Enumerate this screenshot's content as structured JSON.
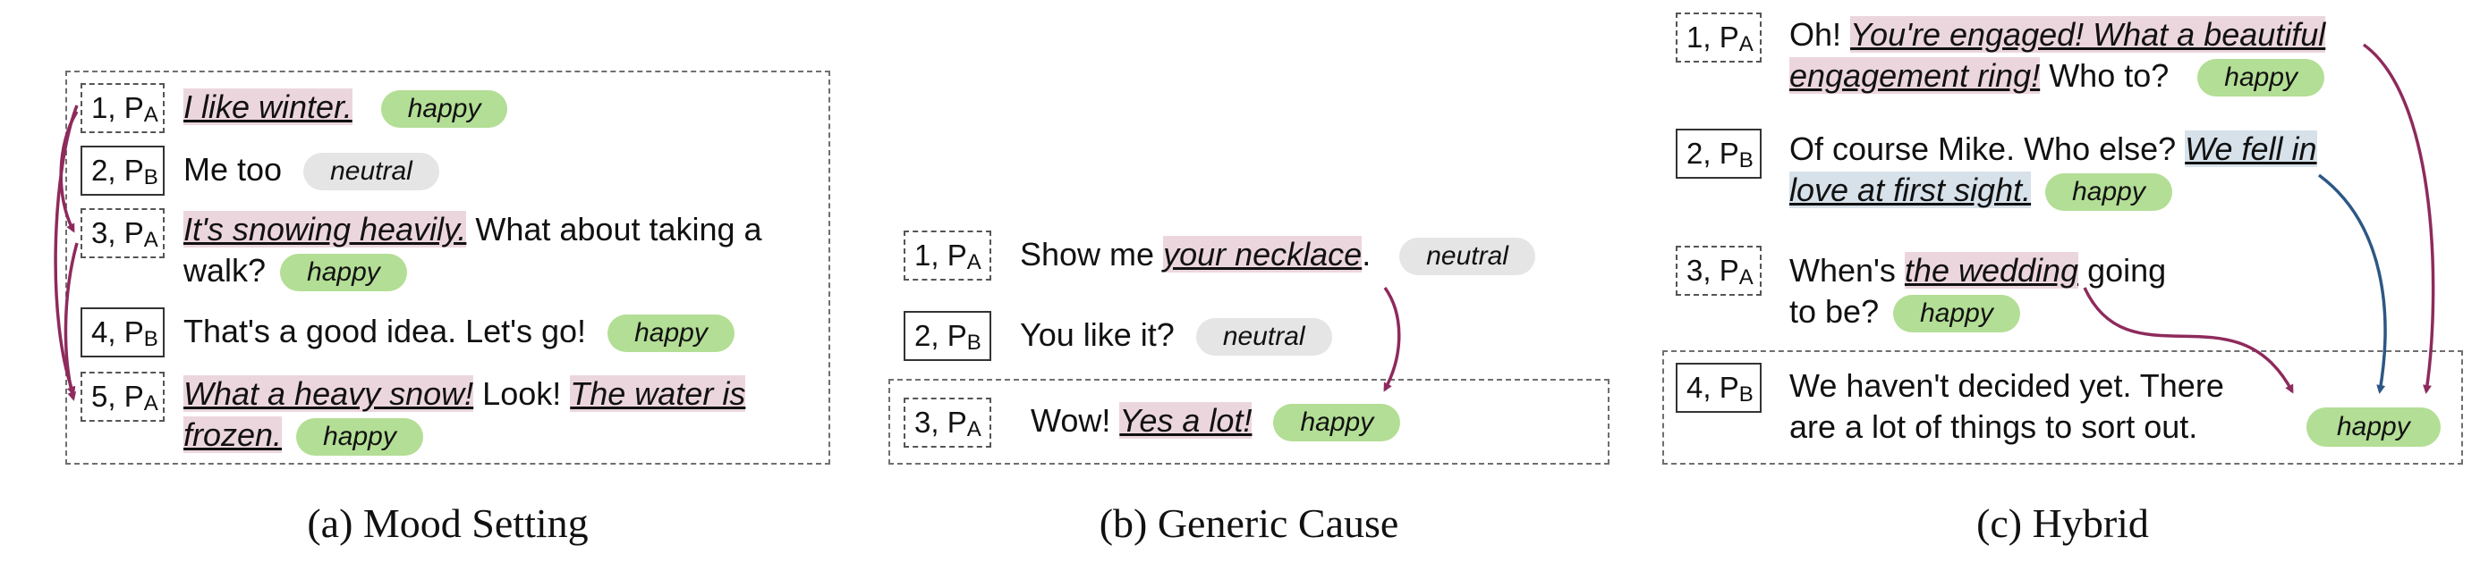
{
  "panels": [
    {
      "caption": "(a) Mood Setting",
      "turns": [
        {
          "num": "1, P",
          "sub": "A",
          "parts": [
            {
              "t": "I like winter.",
              "c": true
            }
          ],
          "emotion": "happy"
        },
        {
          "num": "2, P",
          "sub": "B",
          "parts": [
            {
              "t": "Me too",
              "c": false
            }
          ],
          "emotion": "neutral"
        },
        {
          "num": "3, P",
          "sub": "A",
          "parts": [
            {
              "t": "It's snowing heavily.",
              "c": true
            },
            {
              "t": " What about taking a",
              "c": false
            }
          ],
          "line2": "walk?",
          "emotion": "happy"
        },
        {
          "num": "4, P",
          "sub": "B",
          "parts": [
            {
              "t": "That's a good idea. Let's go!",
              "c": false
            }
          ],
          "emotion": "happy"
        },
        {
          "num": "5, P",
          "sub": "A",
          "parts": [
            {
              "t": "What a heavy snow!",
              "c": true
            },
            {
              "t": " Look! ",
              "c": false
            },
            {
              "t": "The water is",
              "c": true
            }
          ],
          "line2c": "frozen.",
          "emotion": "happy"
        }
      ]
    },
    {
      "caption": "(b) Generic Cause",
      "turns": [
        {
          "num": "1, P",
          "sub": "A",
          "pre": "Show me ",
          "cause": "your necklace",
          "post": ".",
          "emotion": "neutral"
        },
        {
          "num": "2, P",
          "sub": "B",
          "text": "You like it?",
          "emotion": "neutral"
        },
        {
          "num": "3, P",
          "sub": "A",
          "pre": "Wow! ",
          "cause": "Yes a lot!",
          "post": "",
          "emotion": "happy"
        }
      ]
    },
    {
      "caption": "(c) Hybrid",
      "turns": [
        {
          "num": "1, P",
          "sub": "A",
          "pre": "Oh! ",
          "cause": "You're engaged! What a beautiful",
          "line2c": "engagement ring!",
          "line2post": " Who to?",
          "emotion": "happy"
        },
        {
          "num": "2, P",
          "sub": "B",
          "pre": "Of course Mike. Who else? ",
          "cause": "We fell in",
          "line2c": "love at first sight.",
          "emotion": "happy"
        },
        {
          "num": "3, P",
          "sub": "A",
          "pre": "When's ",
          "cause": "the wedding",
          "post": " going",
          "line2": "to be?",
          "emotion": "happy"
        },
        {
          "num": "4, P",
          "sub": "B",
          "text": "We haven't decided yet. There",
          "line2": "are a lot of things to sort out.",
          "emotion": "happy"
        }
      ]
    }
  ],
  "colors": {
    "cause_arrow": "#8e2a5c",
    "cause_arrow_blue": "#2c5784",
    "cause_highlight": "#ecd6de",
    "cause_highlight_blue": "#d7e1ea",
    "happy": "#b3de95",
    "neutral": "#e5e5e5"
  }
}
